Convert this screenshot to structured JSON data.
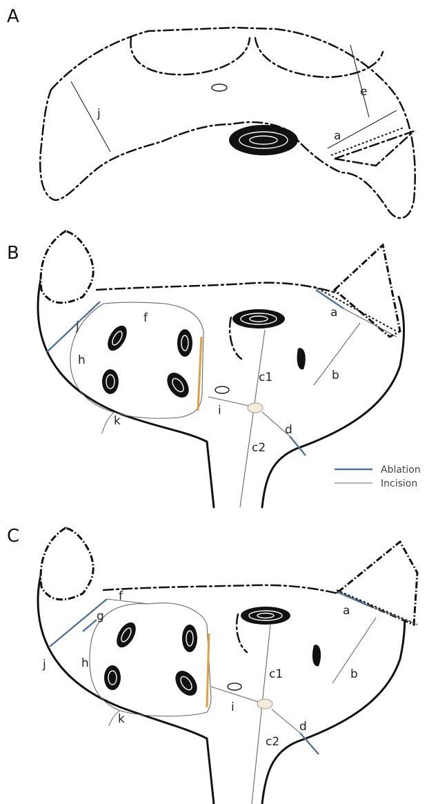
{
  "panels": [
    {
      "letter": "A",
      "labels": {
        "j": "j",
        "e": "e",
        "a": "a"
      }
    },
    {
      "letter": "B",
      "labels": {
        "a": "a",
        "b": "b",
        "j": "j",
        "f": "f",
        "h": "h",
        "c1": "c1",
        "c2": "c2",
        "i": "i",
        "d": "d",
        "k": "k"
      }
    },
    {
      "letter": "C",
      "labels": {
        "a": "a",
        "b": "b",
        "j": "j",
        "f": "f",
        "g": "g",
        "h": "h",
        "c1": "c1",
        "c2": "c2",
        "i": "i",
        "d": "d",
        "k": "k"
      }
    }
  ],
  "legend": {
    "ablation": "Ablation",
    "incision": "Incision"
  },
  "colors": {
    "ablation": "#4e7396",
    "incision": "#666666",
    "ridge_accent": "#e0a040"
  }
}
